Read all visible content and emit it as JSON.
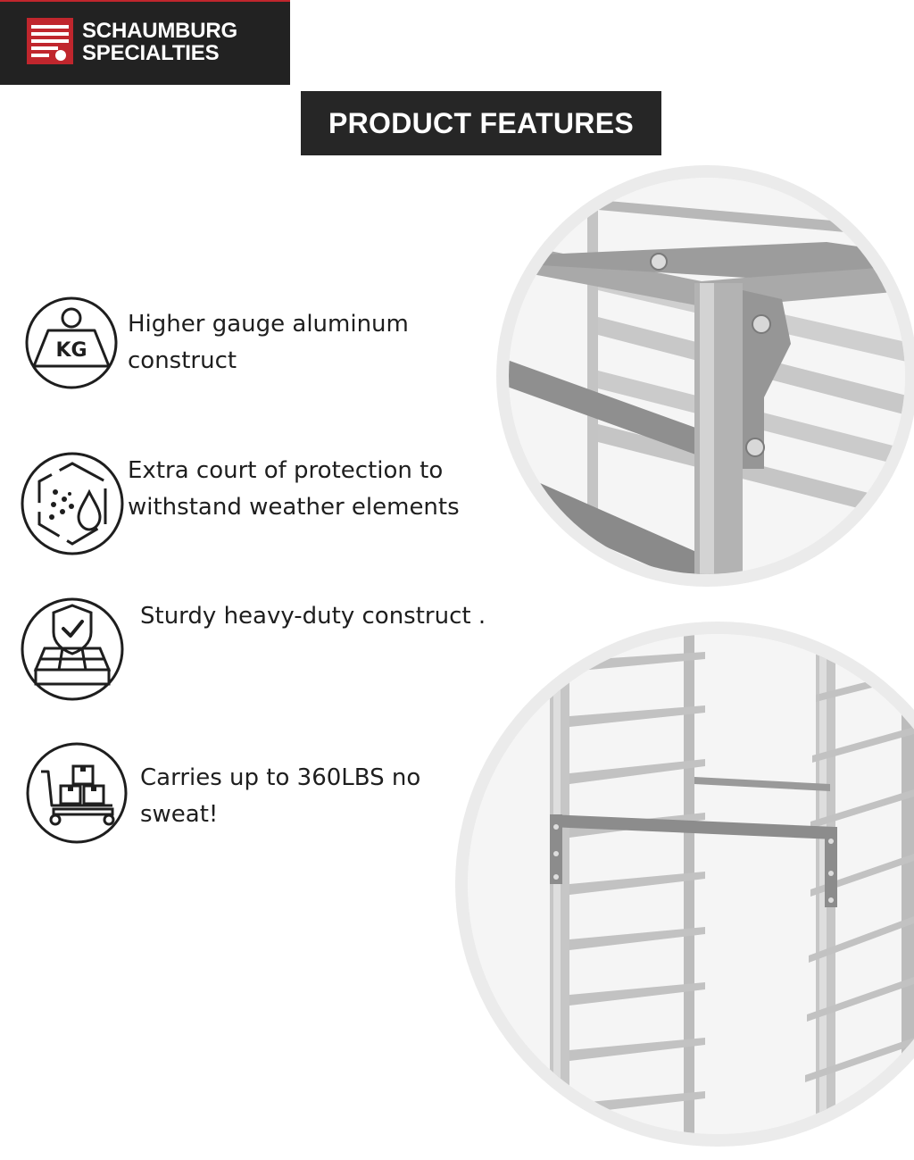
{
  "brand": {
    "line1": "SCHAUMBURG",
    "line2": "SPECIALTIES",
    "color": "#c0262d"
  },
  "banner": {
    "title": "PRODUCT FEATURES"
  },
  "features": [
    {
      "icon": "weight-kg-icon",
      "icon_text": "KG",
      "line1": "Higher gauge aluminum",
      "line2": "construct"
    },
    {
      "icon": "weather-protection-shield-icon",
      "line1": "Extra court of protection to",
      "line2": "withstand weather elements"
    },
    {
      "icon": "heavy-duty-shield-check-icon",
      "line1": "Sturdy heavy-duty construct .",
      "line2": ""
    },
    {
      "icon": "hand-truck-boxes-icon",
      "line1": "Carries up to 360LBS no",
      "line2": "sweat!"
    }
  ],
  "photos": [
    {
      "name": "rack-corner-closeup-photo"
    },
    {
      "name": "rack-full-view-photo"
    }
  ]
}
